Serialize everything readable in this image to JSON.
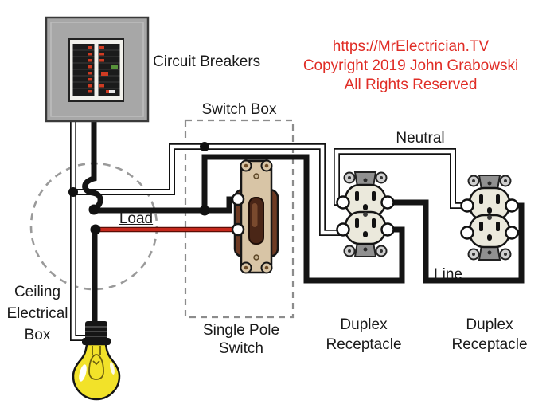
{
  "diagram": {
    "labels": {
      "circuit_breakers": "Circuit Breakers",
      "switch_box": "Switch Box",
      "neutral": "Neutral",
      "load": "Load",
      "line": "Line",
      "ceiling_line1": "Ceiling",
      "ceiling_line2": "Electrical",
      "ceiling_line3": "Box",
      "single_pole_line1": "Single Pole",
      "single_pole_line2": "Switch",
      "duplex1_line1": "Duplex",
      "duplex1_line2": "Receptacle",
      "duplex2_line1": "Duplex",
      "duplex2_line2": "Receptacle"
    },
    "watermark": {
      "line1": "https://MrElectrician.TV",
      "line2": "Copyright 2019 John Grabowski",
      "line3": "All Rights Reserved",
      "color": "#e02d26"
    },
    "colors": {
      "hot_wire": "#141414",
      "neutral_wire": "#ffffff",
      "load_wire": "#c5281c",
      "bulb_glass": "#f2e229",
      "switch_plate": "#d8c5a6",
      "switch_body": "#6e3b24",
      "panel_gray": "#a7a7a7",
      "receptacle_body": "#ebe9dc",
      "dashed_outline": "#9a9a9a"
    },
    "components": [
      "circuit-breaker-panel",
      "ceiling-electrical-box",
      "switch-box",
      "single-pole-switch",
      "duplex-receptacle-1",
      "duplex-receptacle-2",
      "light-bulb"
    ]
  }
}
